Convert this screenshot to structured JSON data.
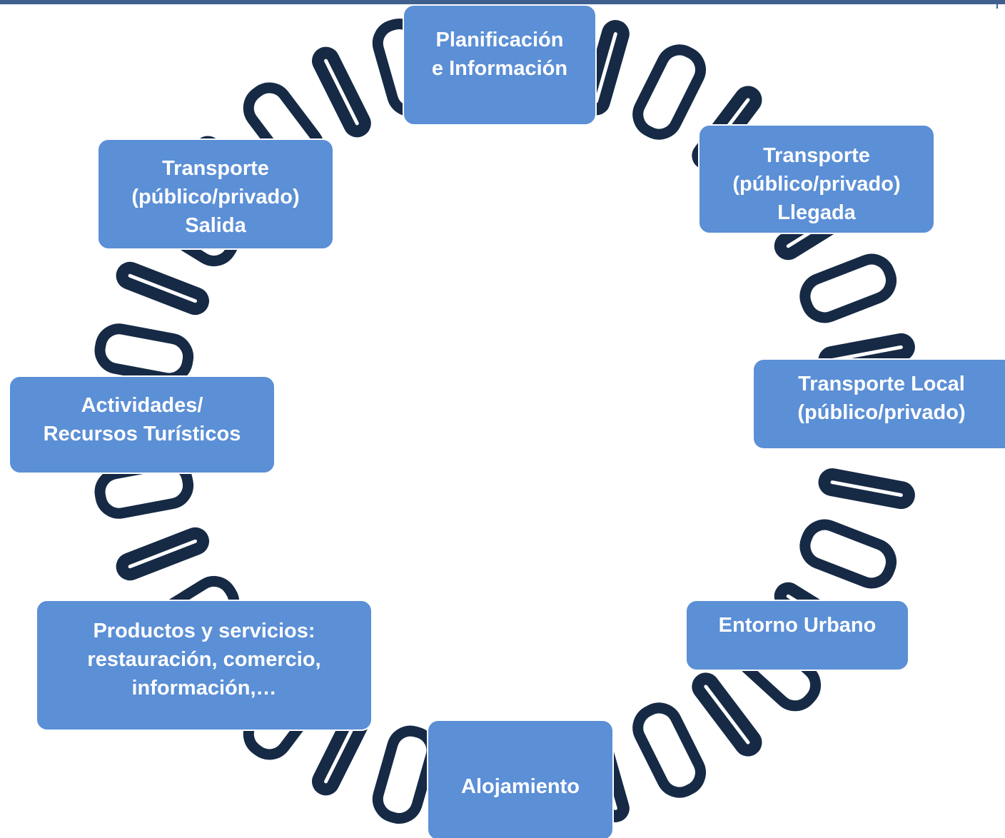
{
  "colors": {
    "node_fill": "#5b8fd6",
    "node_text": "#ffffff",
    "chain": "#162a45",
    "top_bar": "#3f5f8f"
  },
  "icons": [
    "chain-link-icon"
  ],
  "nodes": [
    {
      "id": "planificacion",
      "lines": [
        "Planificación",
        "e Información"
      ]
    },
    {
      "id": "transporte-llegada",
      "lines": [
        "Transporte",
        "(público/privado)",
        "Llegada"
      ]
    },
    {
      "id": "transporte-local",
      "lines": [
        "Transporte Local",
        "(público/privado)"
      ]
    },
    {
      "id": "entorno-urbano",
      "lines": [
        "Entorno  Urbano"
      ]
    },
    {
      "id": "alojamiento",
      "lines": [
        "Alojamiento"
      ]
    },
    {
      "id": "productos-servicios",
      "lines": [
        "Productos y servicios:",
        "restauración, comercio,",
        "información,…"
      ]
    },
    {
      "id": "actividades",
      "lines": [
        "Actividades/",
        "Recursos Turísticos"
      ]
    },
    {
      "id": "transporte-salida",
      "lines": [
        "Transporte",
        "(público/privado)",
        "Salida"
      ]
    }
  ]
}
